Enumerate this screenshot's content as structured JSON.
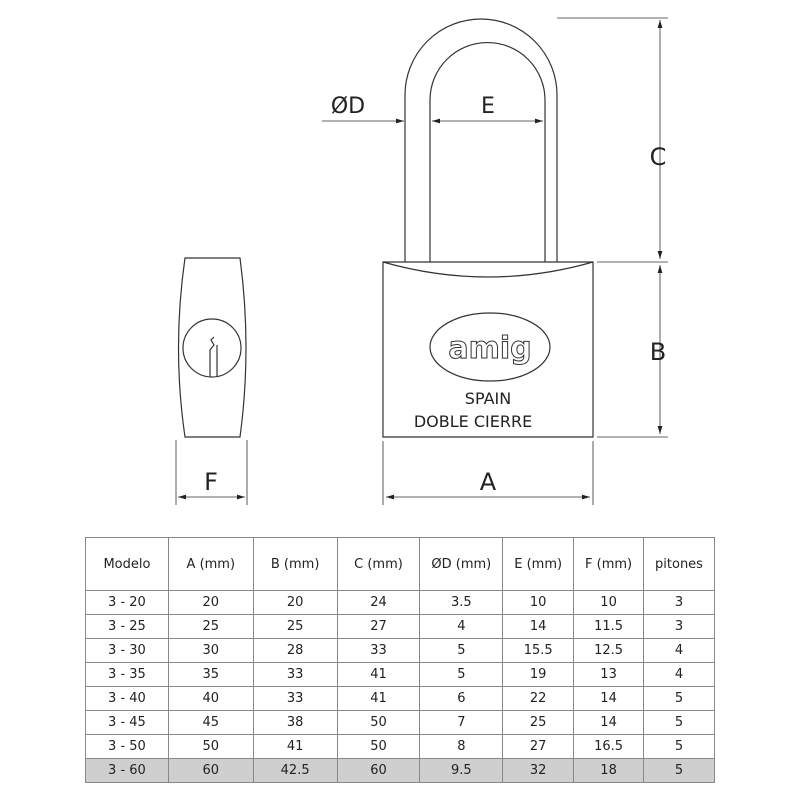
{
  "drawing": {
    "logo_text": "amig",
    "body_text_1": "SPAIN",
    "body_text_2": "DOBLE CIERRE",
    "labels": {
      "A": "A",
      "B": "B",
      "C": "C",
      "D": "ØD",
      "E": "E",
      "F": "F"
    }
  },
  "table": {
    "headers": [
      "Modelo",
      "A (mm)",
      "B (mm)",
      "C (mm)",
      "ØD (mm)",
      "E (mm)",
      "F (mm)",
      "pitones"
    ],
    "rows": [
      [
        "3 - 20",
        "20",
        "20",
        "24",
        "3.5",
        "10",
        "10",
        "3"
      ],
      [
        "3 - 25",
        "25",
        "25",
        "27",
        "4",
        "14",
        "11.5",
        "3"
      ],
      [
        "3 - 30",
        "30",
        "28",
        "33",
        "5",
        "15.5",
        "12.5",
        "4"
      ],
      [
        "3 - 35",
        "35",
        "33",
        "41",
        "5",
        "19",
        "13",
        "4"
      ],
      [
        "3 - 40",
        "40",
        "33",
        "41",
        "6",
        "22",
        "14",
        "5"
      ],
      [
        "3 - 45",
        "45",
        "38",
        "50",
        "7",
        "25",
        "14",
        "5"
      ],
      [
        "3 - 50",
        "50",
        "41",
        "50",
        "8",
        "27",
        "16.5",
        "5"
      ],
      [
        "3 - 60",
        "60",
        "42.5",
        "60",
        "9.5",
        "32",
        "18",
        "5"
      ]
    ],
    "highlight_color": "#cfcfcf"
  }
}
